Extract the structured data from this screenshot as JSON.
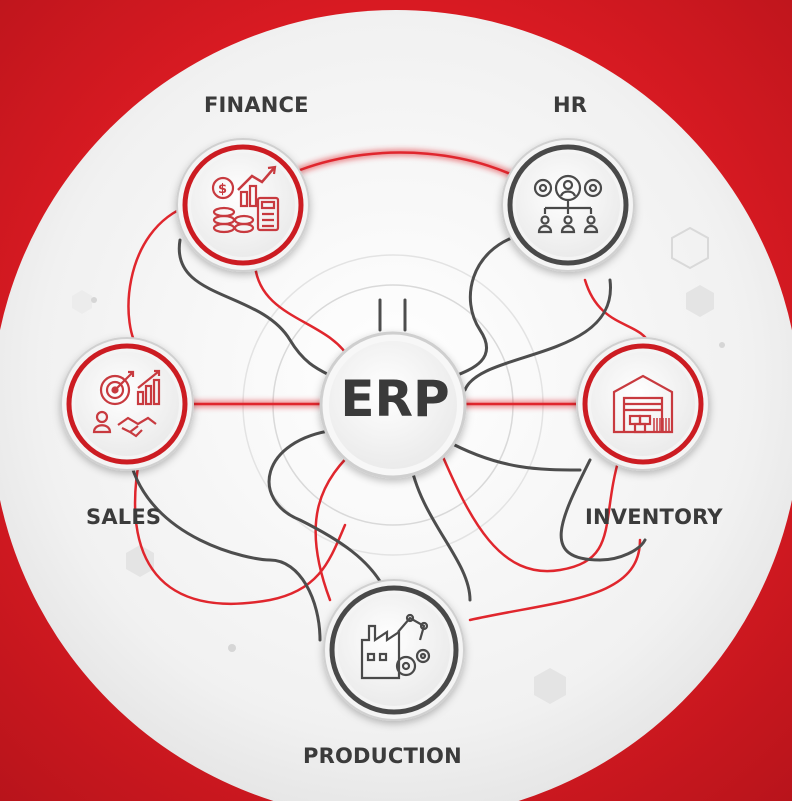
{
  "center": {
    "label": "ERP"
  },
  "modules": {
    "finance": "FINANCE",
    "hr": "HR",
    "sales": "SALES",
    "inventory": "INVENTORY",
    "production": "PRODUCTION"
  },
  "icons": {
    "finance": "finance-chart-coins-calculator-icon",
    "hr": "hr-people-gears-org-chart-icon",
    "sales": "sales-target-handshake-icon",
    "inventory": "warehouse-boxes-barcode-icon",
    "production": "factory-robot-arm-gears-icon"
  },
  "colors": {
    "accent_red": "#d81a22",
    "node_gray": "#555555",
    "panel_white": "#f4f4f4"
  }
}
